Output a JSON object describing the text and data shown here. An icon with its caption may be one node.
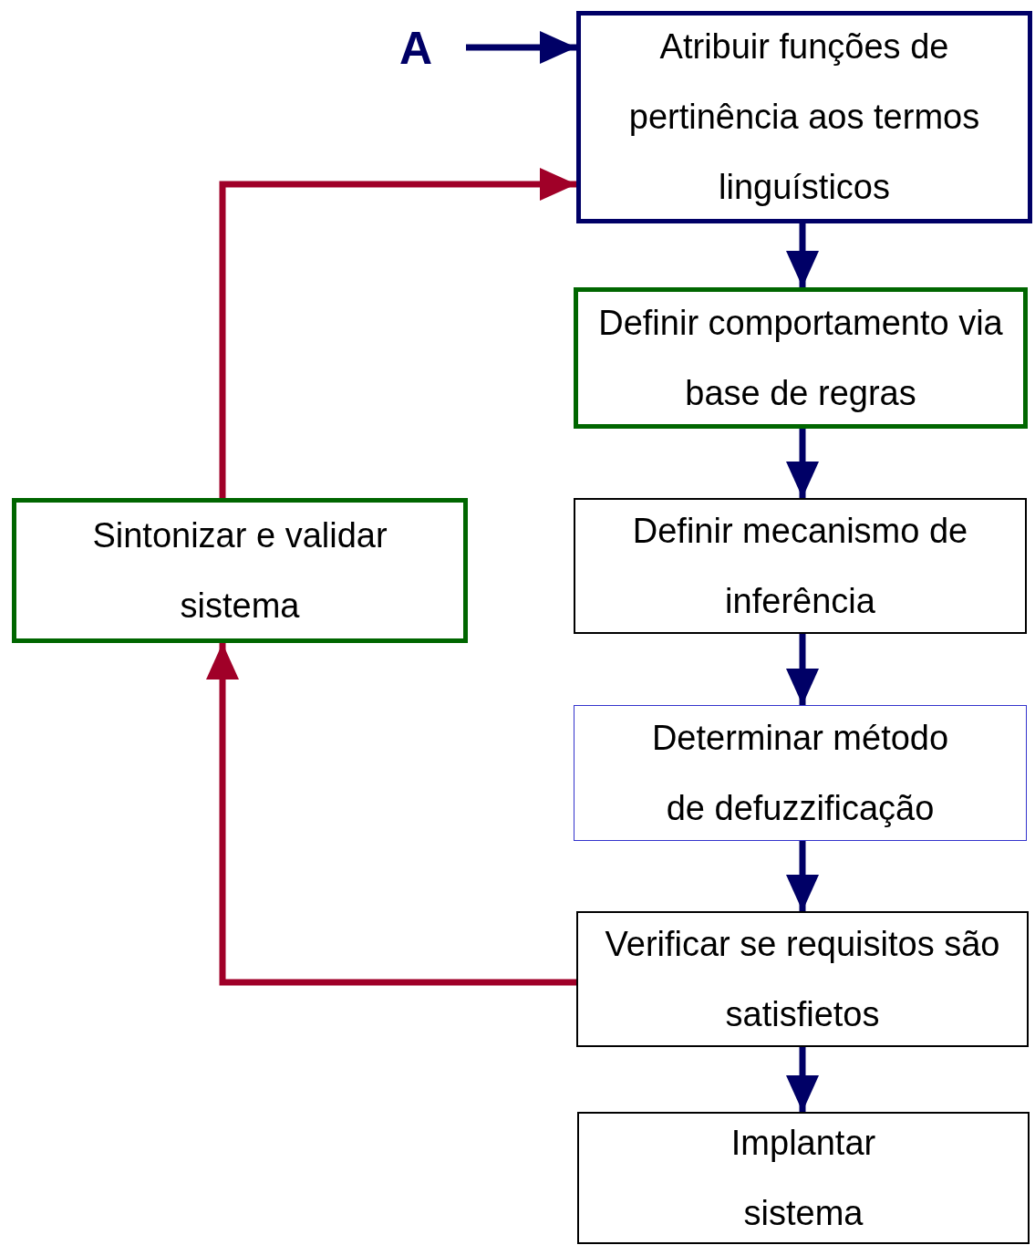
{
  "diagram": {
    "nodes": [
      {
        "text": [
          "A"
        ]
      },
      {
        "text": [
          "Atribuir funções de pertinência aos termos linguísticos"
        ]
      },
      {
        "text": [
          "Definir comportamento via base de regras"
        ]
      },
      {
        "text": [
          "Definir mecanismo de inferência"
        ]
      },
      {
        "text": [
          "Determinar método de defuzzificação"
        ]
      },
      {
        "text": [
          "Verificar se requisitos são satisfietos"
        ]
      },
      {
        "text": [
          "Implantar sistema"
        ]
      },
      {
        "text": [
          "Sintonizar e validar sistema"
        ]
      }
    ],
    "edges": [
      {
        "from": 0,
        "to": 1,
        "arrow": "to"
      },
      {
        "from": 1,
        "to": 2,
        "arrow": "to"
      },
      {
        "from": 2,
        "to": 3,
        "arrow": "to"
      },
      {
        "from": 3,
        "to": 4,
        "arrow": "to"
      },
      {
        "from": 4,
        "to": 5,
        "arrow": "to"
      },
      {
        "from": 5,
        "to": 6,
        "arrow": "to"
      },
      {
        "from": 5,
        "to": 7,
        "arrow": "to",
        "color": "#a00028"
      },
      {
        "from": 7,
        "to": 1,
        "arrow": "to",
        "color": "#a00028"
      }
    ]
  }
}
